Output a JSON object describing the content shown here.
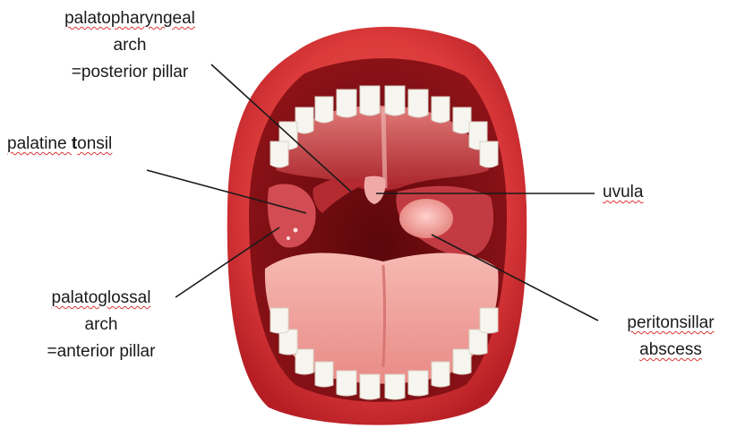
{
  "labels": {
    "palatopharyngeal": {
      "name": "palatopharyngeal",
      "l2": "arch",
      "l3": "=posterior pillar"
    },
    "tonsil": {
      "w1": "palatine ",
      "b": "t",
      "rest": "onsil"
    },
    "uvula": "uvula",
    "palatoglossal": {
      "name": "palatoglossal",
      "l2": "arch",
      "l3": "=anterior pillar"
    },
    "abscess": {
      "l1": "peritonsillar",
      "l2": "abscess"
    }
  },
  "colors": {
    "lip": "#dc3a3b",
    "lip_dark": "#a8141c",
    "cavity": "#7a0d12",
    "palate": "#c8454a",
    "tongue": "#f2a6a1",
    "teeth": "#f7f5ef",
    "leader": "#1a1a1a"
  }
}
